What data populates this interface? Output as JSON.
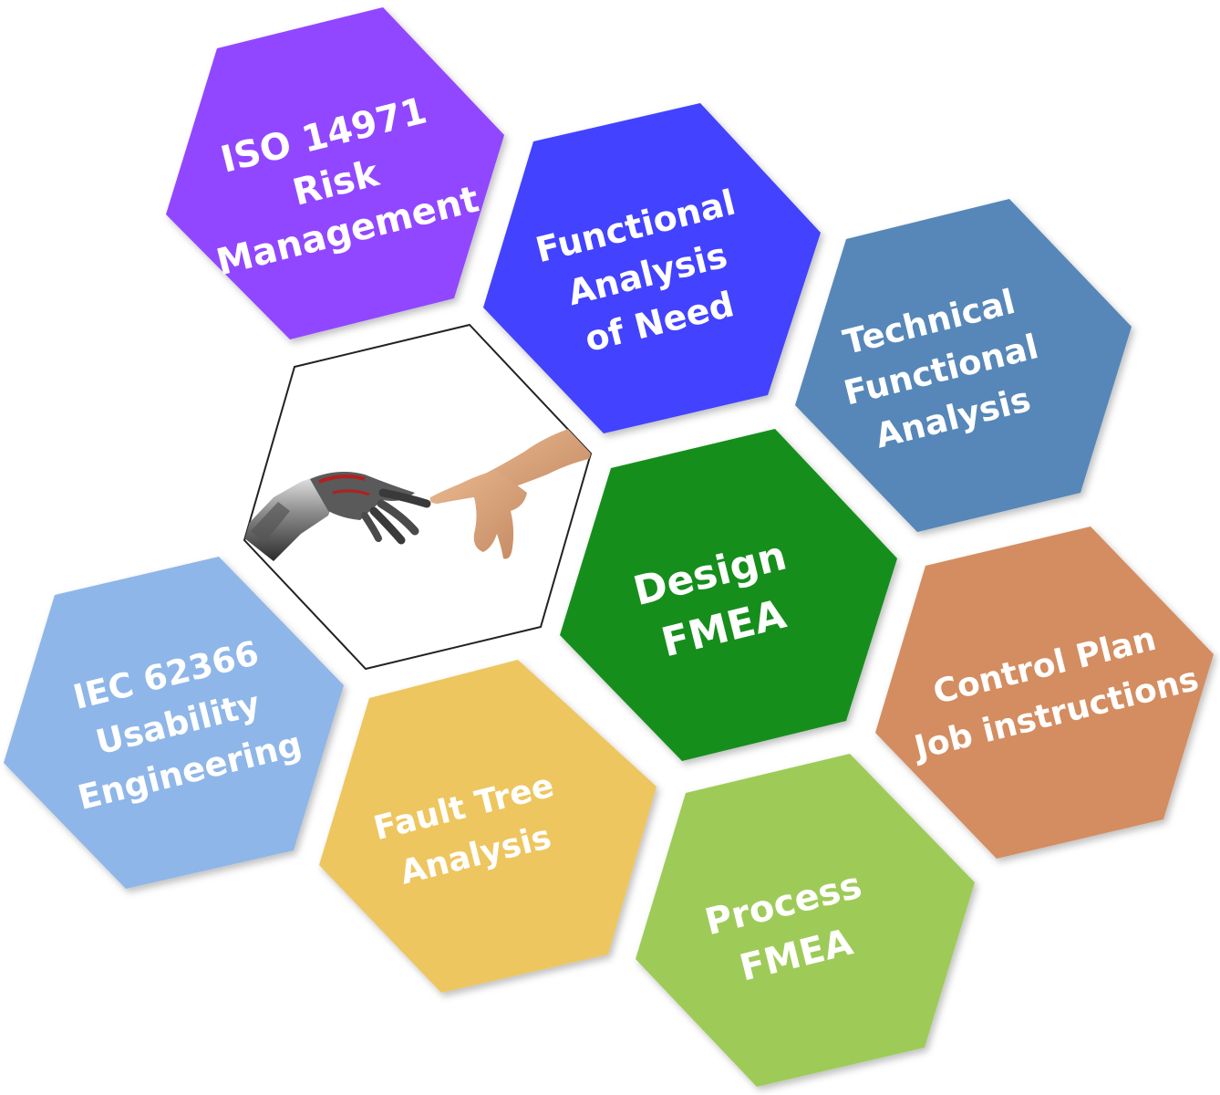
{
  "hexagons": [
    {
      "id": "iso-14971",
      "lines": [
        "ISO 14971",
        "Risk",
        "Management"
      ],
      "color": "#9147FF"
    },
    {
      "id": "functional-analysis-need",
      "lines": [
        "Functional",
        "Analysis",
        "of Need"
      ],
      "color": "#4343FF"
    },
    {
      "id": "technical-functional-analysis",
      "lines": [
        "Technical",
        "Functional",
        "Analysis"
      ],
      "color": "#5687B8"
    },
    {
      "id": "design-fmea",
      "lines": [
        "Design",
        "FMEA"
      ],
      "color": "#138E1F"
    },
    {
      "id": "control-plan",
      "lines": [
        "Control Plan",
        "Job instructions"
      ],
      "color": "#D48D61"
    },
    {
      "id": "iec-62366",
      "lines": [
        "IEC 62366",
        "Usability",
        "Engineering"
      ],
      "color": "#8FB6E8"
    },
    {
      "id": "fault-tree-analysis",
      "lines": [
        "Fault Tree",
        "Analysis"
      ],
      "color": "#EEC65E"
    },
    {
      "id": "process-fmea",
      "lines": [
        "Process",
        "FMEA"
      ],
      "color": "#9ECB58"
    }
  ],
  "center_image": {
    "description_icon": "robot-human-hands-icon"
  }
}
